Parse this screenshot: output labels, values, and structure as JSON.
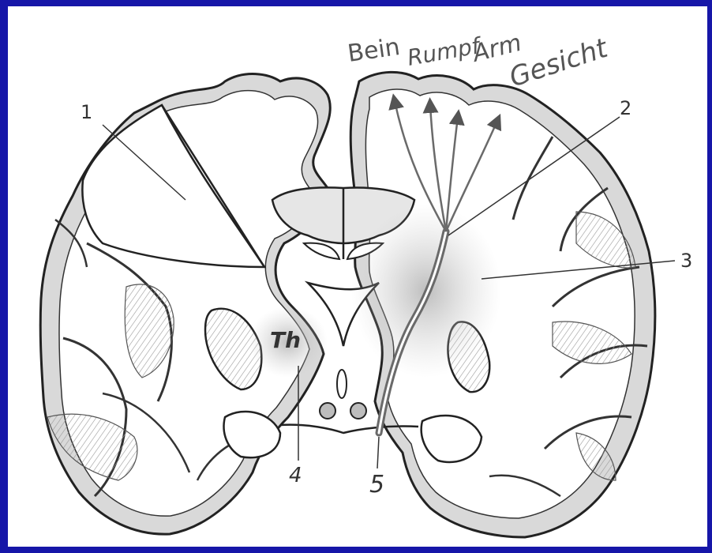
{
  "diagram": {
    "top_labels": {
      "bein": "Bein",
      "rumpf": "Rumpf",
      "arm": "Arm",
      "gesicht": "Gesicht"
    },
    "region_label": "Th",
    "markers": {
      "m1": "1",
      "m2": "2",
      "m3": "3",
      "m4": "4",
      "m5": "5"
    }
  },
  "colors": {
    "background": "#1616a8",
    "panel": "#ffffff",
    "ink": "#222222",
    "cortex": "#d9d9d9",
    "shading": "#b8b8b8",
    "tract": "#6a6a6a"
  }
}
